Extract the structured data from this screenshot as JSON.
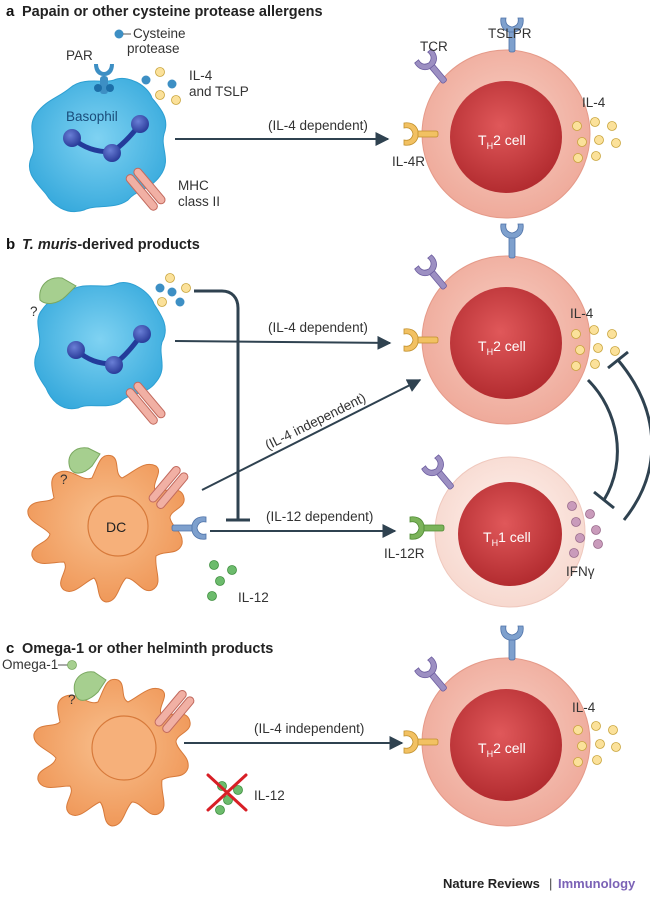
{
  "panels": {
    "a": {
      "letter": "a",
      "title": "Papain or other cysteine protease allergens",
      "par": "PAR",
      "cys1": "Cysteine",
      "cys2": "protease",
      "il4tslp1": "IL-4",
      "il4tslp2": "and TSLP",
      "basophil": "Basophil",
      "mhc1": "MHC",
      "mhc2": "class II",
      "arrow": "(IL-4 dependent)",
      "tcr": "TCR",
      "tslpr": "TSLPR",
      "il4r": "IL-4R",
      "il4": "IL-4",
      "cell_pre": "T",
      "cell_sub": "H",
      "cell_post": "2 cell"
    },
    "b": {
      "letter": "b",
      "title_italic": "T. muris",
      "title_rest": "-derived products",
      "q1": "?",
      "q2": "?",
      "dc": "DC",
      "il12": "IL-12",
      "arrow_top": "(IL-4 dependent)",
      "arrow_diag": "(IL-4 independent)",
      "arrow_bottom": "(IL-12 dependent)",
      "il4": "IL-4",
      "il12r": "IL-12R",
      "ifng": "IFNγ",
      "th2_pre": "T",
      "th2_sub": "H",
      "th2_post": "2 cell",
      "th1_pre": "T",
      "th1_sub": "H",
      "th1_post": "1 cell"
    },
    "c": {
      "letter": "c",
      "title": "Omega-1 or other helminth products",
      "omega": "Omega-1",
      "q": "?",
      "il12": "IL-12",
      "arrow": "(IL-4 independent)",
      "il4": "IL-4",
      "cell_pre": "T",
      "cell_sub": "H",
      "cell_post": "2 cell"
    }
  },
  "footer": {
    "journal": "Nature Reviews",
    "sep": "|",
    "section": "Immunology"
  },
  "colors": {
    "basophil": "#47b8e4",
    "dc": "#f3a266",
    "th2_outer": "#f4bcae",
    "th2_inner": "#c9373a",
    "th1_outer": "#fbe6e0",
    "il4_dot": "#fbe19a",
    "il12_dot": "#6cbb6c",
    "ifng_dot": "#c99bbb",
    "tcr": "#9c8fc2",
    "tslpr": "#7ea0cd",
    "il4r": "#f2c162",
    "il12r": "#7bb35a",
    "arrow": "#2f4250",
    "brand": "#7b62b6"
  }
}
